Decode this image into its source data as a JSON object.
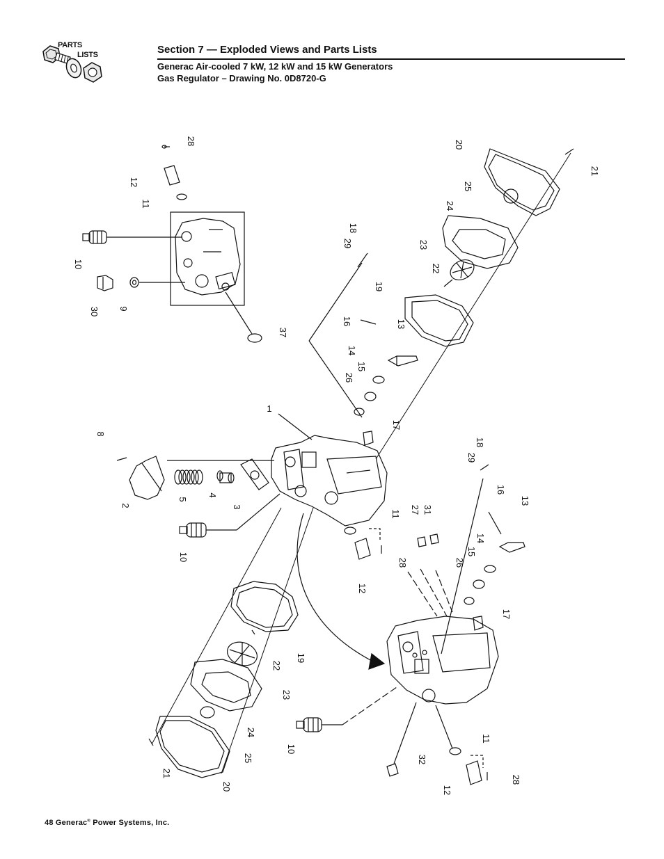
{
  "header": {
    "logo_top": "PARTS",
    "logo_bottom": "LISTS",
    "section_title": "Section 7 — Exploded Views and Parts Lists",
    "subtitle_line1": "Generac Air-cooled 7 kW, 12 kW and 15 kW Generators",
    "subtitle_line2": "Gas Regulator – Drawing No. 0D8720-G"
  },
  "footer": {
    "page_number": "48",
    "company": "Generac",
    "registered_mark": "®",
    "company_suffix": "Power Systems, Inc."
  },
  "drawing": {
    "rotated_callouts": [
      "28",
      "12",
      "11",
      "10",
      "30",
      "9",
      "37",
      "29",
      "18",
      "19",
      "16",
      "13",
      "14",
      "15",
      "26",
      "17",
      "20",
      "25",
      "24",
      "23",
      "22",
      "21",
      "8",
      "2",
      "5",
      "4",
      "3",
      "10",
      "11",
      "12",
      "28",
      "27",
      "31",
      "29",
      "18",
      "16",
      "13",
      "14",
      "15",
      "26",
      "17",
      "19",
      "22",
      "23",
      "24",
      "25",
      "21",
      "20",
      "10",
      "32",
      "11",
      "12",
      "28"
    ],
    "upright_callouts": [
      "1"
    ]
  }
}
